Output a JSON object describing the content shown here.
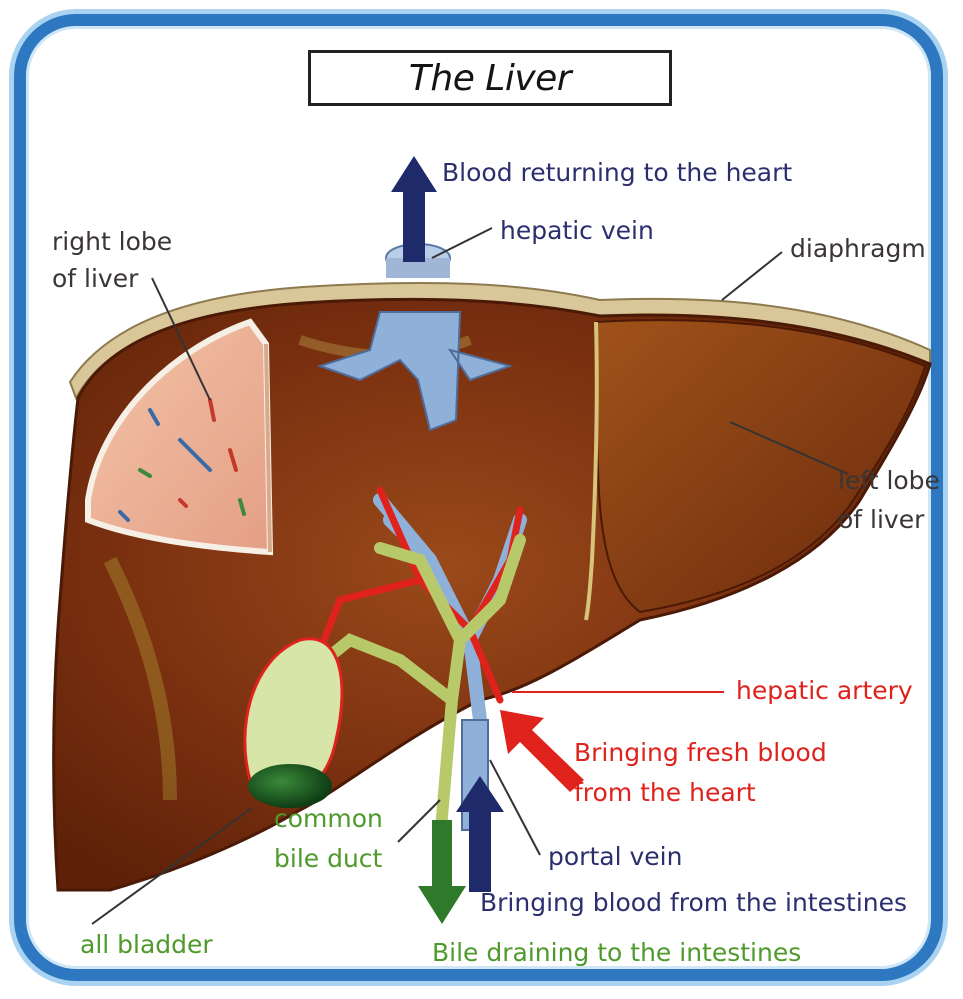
{
  "title": "The Liver",
  "labels": {
    "blood_returning": "Blood returning to the heart",
    "hepatic_vein": "hepatic vein",
    "diaphragm": "diaphragm",
    "right_lobe_line1": "right lobe",
    "right_lobe_line2": "of liver",
    "left_lobe_line1": "left lobe",
    "left_lobe_line2": "of liver",
    "hepatic_artery": "hepatic artery",
    "fresh_blood_line1": "Bringing fresh blood",
    "fresh_blood_line2": "from the heart",
    "common_bile_line1": "common",
    "common_bile_line2": "bile duct",
    "portal_vein": "portal vein",
    "blood_from_intestines": "Bringing blood from the intestines",
    "gall_bladder": "all bladder",
    "bile_draining": "Bile draining to the intestines"
  },
  "colors": {
    "frame": "#2d78c0",
    "liver": "#7a2f12",
    "vein_blue": "#8fb0d8",
    "artery_red": "#e0221c",
    "bile_green": "#4f9a2b",
    "arrow_navy": "#1f2a6b",
    "arrow_green": "#2f7a2a"
  }
}
